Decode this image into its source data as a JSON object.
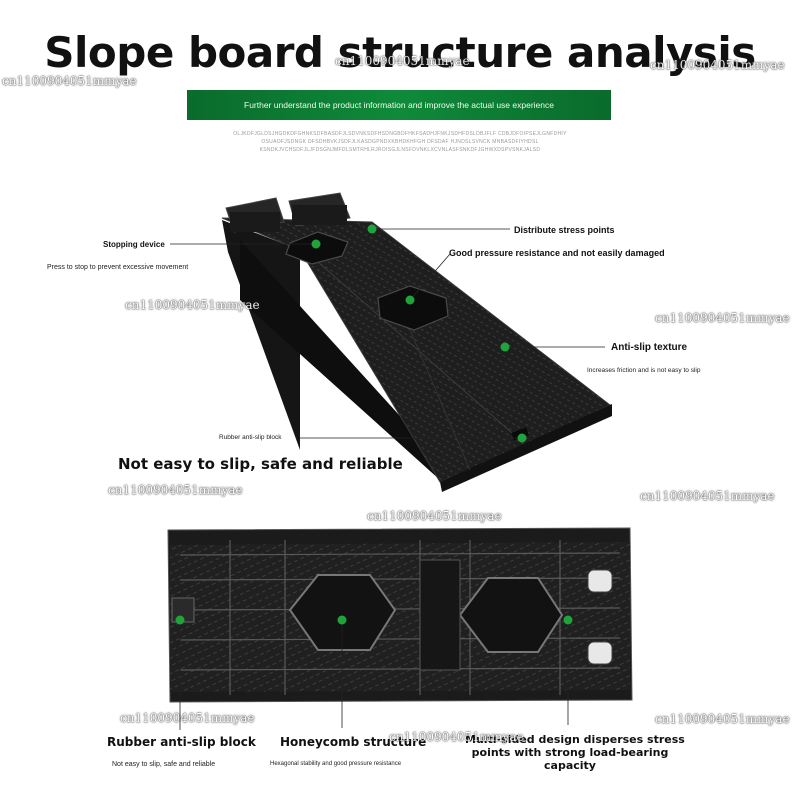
{
  "header": {
    "title": "Slope board structure analysis",
    "banner": "Further understand the product information and improve the actual use experience",
    "filler_lines": [
      "OLJKDFJGLDSJHGDKDFGHNKSDFBASDFJLSDVNKSDFHSDNGBDFHKFSADHJFNKJSDHFDSLDBJFLF CDBJDFOIPSEJLGNFDHIY",
      "OSUAOFJSDNGK DFSDHBVKJSDFJLKASDGPNDXKBHDKHFGH DFSDAF HJNDSLSVNCK MNBASDFIYHDSL",
      "KSNDKJVCHSDFJLJFDSGNJMFDLSMTRHLRJROISGJLNSFDVNKLXCVNLASFSNKDFJGHWXDSPVSNKJALSD"
    ]
  },
  "callouts_top": {
    "stopping_device": "Stopping device",
    "stopping_device_desc": "Press to stop to prevent excessive movement",
    "distribute_stress": "Distribute stress points",
    "pressure_resistance": "Good pressure resistance and not easily damaged",
    "anti_slip_texture": "Anti-slip texture",
    "anti_slip_desc": "Increases friction and is not easy to slip",
    "rubber_block": "Rubber anti-slip block",
    "tagline": "Not easy to slip, safe and reliable"
  },
  "callouts_bottom": {
    "rubber_block": "Rubber anti-slip block",
    "rubber_desc": "Not easy to slip, safe and reliable",
    "honeycomb": "Honeycomb structure",
    "honeycomb_desc": "Hexagonal stability and good pressure resistance",
    "multi_sided_1": "Multi-sided design disperses stress",
    "multi_sided_2": "points with strong load-bearing",
    "multi_sided_3": "capacity"
  },
  "watermark": "cn1100904051mmyae",
  "colors": {
    "accent_green": "#0f8a3a",
    "dot_green": "#1fa33a",
    "product_black": "#1c1c1c"
  }
}
